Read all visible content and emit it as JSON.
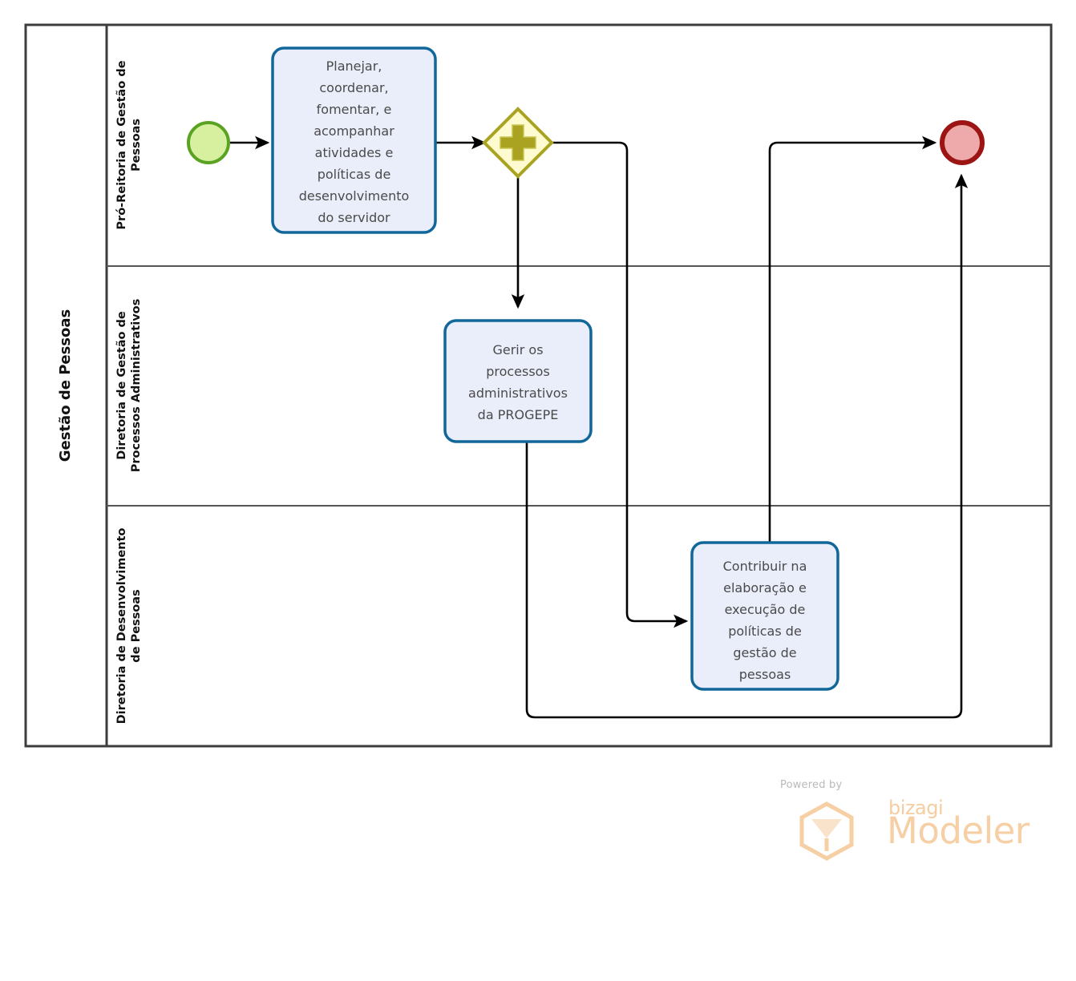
{
  "diagram": {
    "type": "bpmn-process-diagram",
    "pool": {
      "label": "Gestão de Pessoas"
    },
    "lanes": [
      {
        "id": "lane-progepe",
        "label": "Pró-Reitoria de Gestão de Pessoas"
      },
      {
        "id": "lane-dgpa",
        "label": "Diretoria de Gestão de Processos Administrativos"
      },
      {
        "id": "lane-ddp",
        "label": "Diretoria de Desenvolvimento de Pessoas"
      }
    ],
    "nodes": [
      {
        "id": "start-event",
        "kind": "start-event",
        "lane": "lane-progepe",
        "label": "",
        "fill": "#d6f0a0",
        "stroke": "#5aa322"
      },
      {
        "id": "task-planejar",
        "kind": "task",
        "lane": "lane-progepe",
        "label": "Planejar, coordenar, fomentar, e acompanhar atividades e políticas de desenvolvimento do servidor",
        "lines": [
          "Planejar,",
          "coordenar,",
          "fomentar, e",
          "acompanhar",
          "atividades e",
          "políticas de",
          "desenvolvimento",
          "do servidor"
        ],
        "fill": "#eaeefb",
        "stroke": "#11679a"
      },
      {
        "id": "gateway-parallel",
        "kind": "parallel-gateway",
        "lane": "lane-progepe",
        "label": "",
        "symbol": "+",
        "fill": "#fdfbcf",
        "stroke": "#a9a321"
      },
      {
        "id": "task-gerir",
        "kind": "task",
        "lane": "lane-dgpa",
        "label": "Gerir os processos administrativos da PROGEPE",
        "lines": [
          "Gerir os",
          "processos",
          "administrativos",
          "da PROGEPE"
        ],
        "fill": "#eaeefb",
        "stroke": "#11679a"
      },
      {
        "id": "task-contribuir",
        "kind": "task",
        "lane": "lane-ddp",
        "label": "Contribuir na elaboração e execução de políticas de gestão de pessoas",
        "lines": [
          "Contribuir na",
          "elaboração e",
          "execução de",
          "políticas de",
          "gestão de",
          "pessoas"
        ],
        "fill": "#eaeefb",
        "stroke": "#11679a"
      },
      {
        "id": "end-event",
        "kind": "end-event",
        "lane": "lane-progepe",
        "label": "",
        "fill": "#eeaaaa",
        "stroke": "#9d1414"
      }
    ],
    "flows": [
      {
        "id": "flow-start-to-planejar",
        "from": "start-event",
        "to": "task-planejar",
        "label": ""
      },
      {
        "id": "flow-planejar-to-gateway",
        "from": "task-planejar",
        "to": "gateway-parallel",
        "label": ""
      },
      {
        "id": "flow-gateway-to-gerir",
        "from": "gateway-parallel",
        "to": "task-gerir",
        "label": ""
      },
      {
        "id": "flow-gateway-to-contribuir",
        "from": "gateway-parallel",
        "to": "task-contribuir",
        "label": ""
      },
      {
        "id": "flow-contribuir-to-end",
        "from": "task-contribuir",
        "to": "end-event",
        "label": ""
      },
      {
        "id": "flow-gerir-to-end",
        "from": "task-gerir",
        "to": "end-event",
        "label": ""
      }
    ],
    "colors": {
      "task_fill": "#eaeefb",
      "task_stroke": "#11679a",
      "start_fill": "#d6f0a0",
      "start_stroke": "#5aa322",
      "end_fill": "#eeaaaa",
      "end_stroke": "#9d1414",
      "gateway_fill": "#fdfbcf",
      "gateway_stroke": "#a9a321",
      "pool_stroke": "#3d3d3d",
      "flow_stroke": "#000000"
    }
  },
  "watermark": {
    "powered_by": "Powered by",
    "brand": "bizagi",
    "product": "Modeler",
    "color": "#f6cfa4"
  }
}
